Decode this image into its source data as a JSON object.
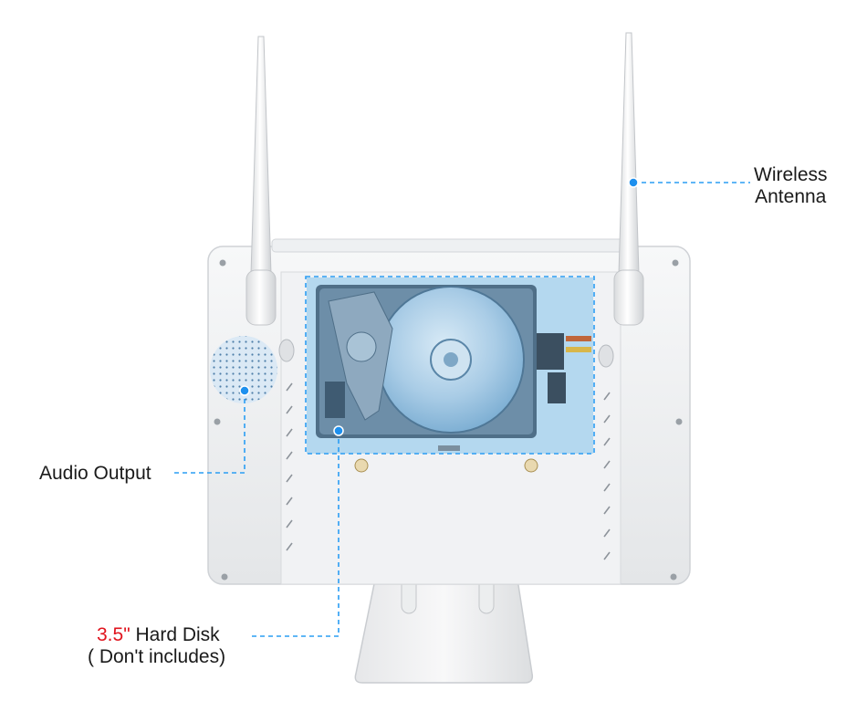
{
  "callouts": {
    "wireless": {
      "line1": "Wireless",
      "line2": "Antenna"
    },
    "audio": {
      "text": "Audio Output"
    },
    "disk": {
      "size": "3.5\"",
      "name": " Hard Disk",
      "note": "( Don't includes)"
    }
  },
  "colors": {
    "accent": "#e0141e",
    "callout_line": "#2a9df4",
    "highlight": "#6fc1f2"
  }
}
